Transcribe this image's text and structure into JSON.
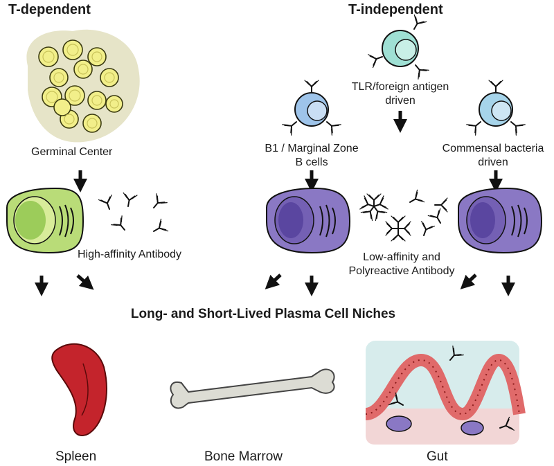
{
  "headers": {
    "left": "T-dependent",
    "right": "T-independent"
  },
  "labels": {
    "germinal_center": "Germinal Center",
    "high_affinity": "High-affinity Antibody",
    "tlr_line1": "TLR/foreign antigen",
    "tlr_line2": "driven",
    "b1_line1": "B1 / Marginal Zone",
    "b1_line2": "B cells",
    "commensal_line1": "Commensal bacteria",
    "commensal_line2": "driven",
    "low_affinity_line1": "Low-affinity and",
    "low_affinity_line2": "Polyreactive Antibody",
    "niches_title": "Long- and Short-Lived Plasma Cell Niches"
  },
  "organs": {
    "spleen": "Spleen",
    "bone_marrow": "Bone Marrow",
    "gut": "Gut"
  },
  "colors": {
    "gc_background": "#e6e4c8",
    "gc_cell": "#f2ef8a",
    "green_plasma": "#b9dc78",
    "purple_plasma": "#8a78c4",
    "b_cell_blue": "#9ec4ea",
    "b_cell_teal": "#9fe0d4",
    "spleen_red": "#c4242c",
    "bone": "#dcdcd4",
    "gut_lumen": "#d7ecec",
    "gut_tissue": "#f2d6d6",
    "epithelium": "#e06a6a"
  }
}
